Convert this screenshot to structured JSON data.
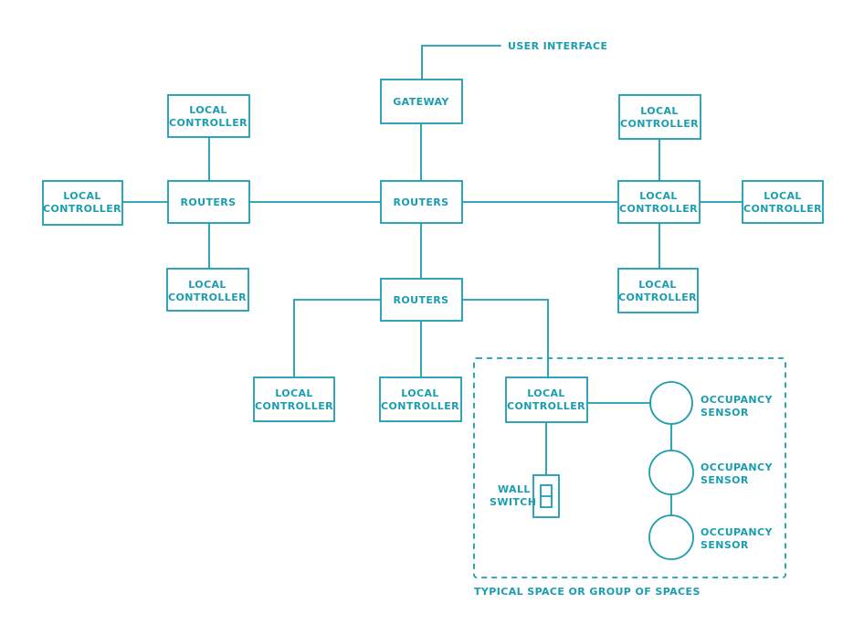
{
  "colors": {
    "stroke": "#1a9db0",
    "background": "#ffffff"
  },
  "labels": {
    "user_interface": "USER INTERFACE",
    "gateway": "GATEWAY",
    "routers": "ROUTERS",
    "local": "LOCAL",
    "controller": "CONTROLLER",
    "occupancy": "OCCUPANCY",
    "sensor": "SENSOR",
    "wall": "WALL",
    "switch": "SWITCH",
    "typical_space": "TYPICAL SPACE OR GROUP OF SPACES"
  }
}
